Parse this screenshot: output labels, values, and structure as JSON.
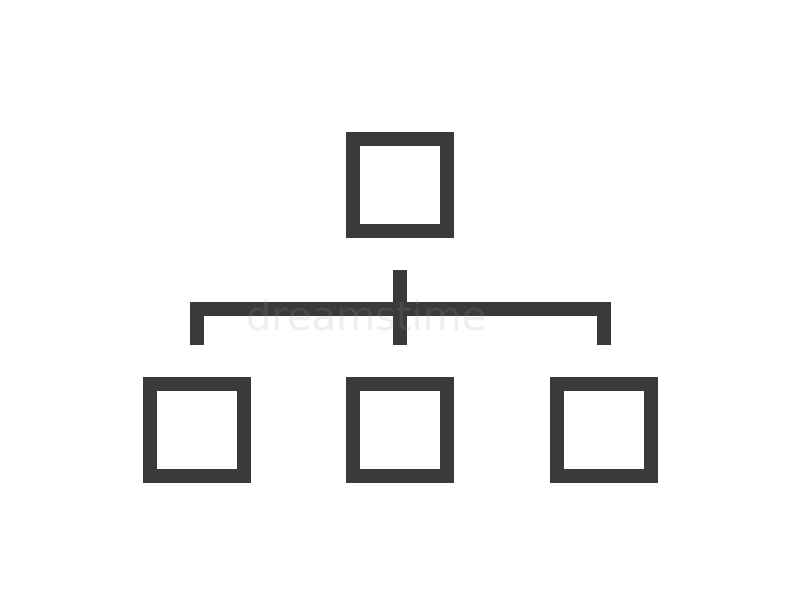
{
  "colors": {
    "background": "#ffffff",
    "stroke": "#3a3a3a",
    "watermark": "#9a9a9a"
  },
  "icon": {
    "name": "hierarchy-structure-icon",
    "nodes": [
      {
        "id": "root",
        "label": ""
      },
      {
        "id": "child-left",
        "label": ""
      },
      {
        "id": "child-center",
        "label": ""
      },
      {
        "id": "child-right",
        "label": ""
      }
    ],
    "edges": [
      {
        "from": "root",
        "to": "child-left"
      },
      {
        "from": "root",
        "to": "child-center"
      },
      {
        "from": "root",
        "to": "child-right"
      }
    ]
  },
  "watermark": {
    "text": "dreamstime"
  }
}
